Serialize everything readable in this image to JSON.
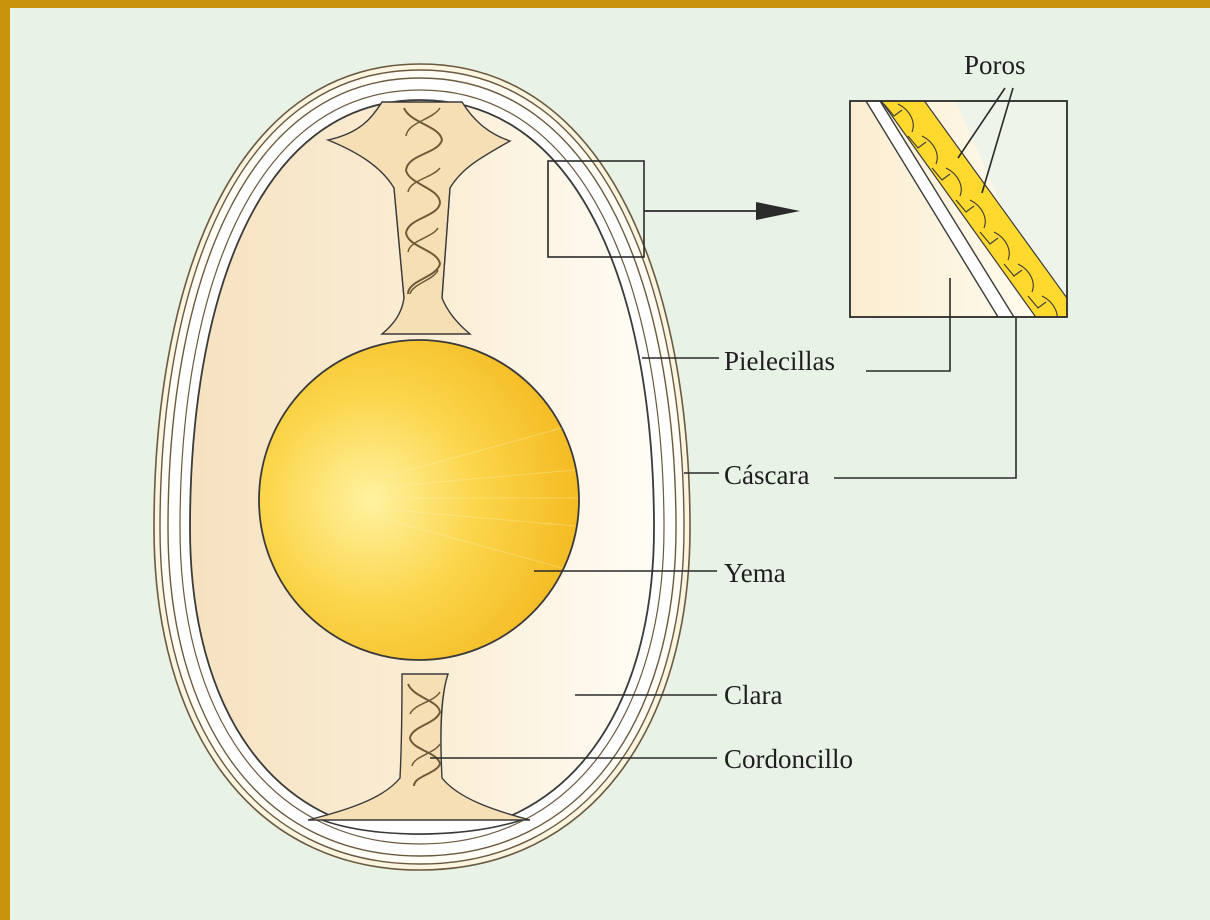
{
  "diagram": {
    "labels": {
      "poros": "Poros",
      "pielecillas": "Pielecillas",
      "cascara": "Cáscara",
      "yema": "Yema",
      "clara": "Clara",
      "cordoncillo": "Cordoncillo"
    }
  },
  "colors": {
    "border": "#c9930c",
    "background": "#e8f2e6",
    "white_light": "#fffdf6",
    "white_mid": "#fbeed6",
    "white_dark": "#f6e2c1",
    "yolk_center": "#fff2a0",
    "yolk_mid": "#fbd54a",
    "yolk_edge": "#f2b317",
    "shell_layer_yellow": "#ffd92e",
    "outline": "#3a3a3a"
  }
}
